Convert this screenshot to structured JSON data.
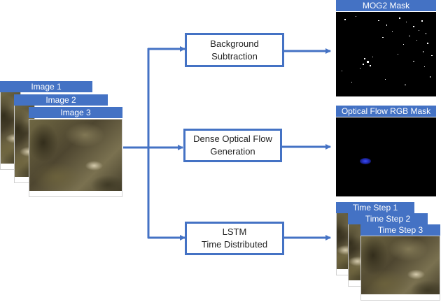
{
  "inputs": [
    {
      "label": "Image 1"
    },
    {
      "label": "Image 2"
    },
    {
      "label": "Image 3"
    }
  ],
  "processes": [
    {
      "line1": "Background",
      "line2": "Subtraction"
    },
    {
      "line1": "Dense Optical Flow",
      "line2": "Generation"
    },
    {
      "line1": "LSTM",
      "line2": "Time Distributed"
    }
  ],
  "outputs": {
    "mog2": {
      "label": "MOG2 Mask"
    },
    "optical_flow": {
      "label": "Optical Flow RGB Mask"
    },
    "time_steps": [
      {
        "label": "Time Step 1"
      },
      {
        "label": "Time Step 2"
      },
      {
        "label": "Time Step 3"
      }
    ]
  },
  "colors": {
    "accent": "#4472c4",
    "mask_bg": "#000000",
    "flow_blob": "#2b3cff"
  }
}
